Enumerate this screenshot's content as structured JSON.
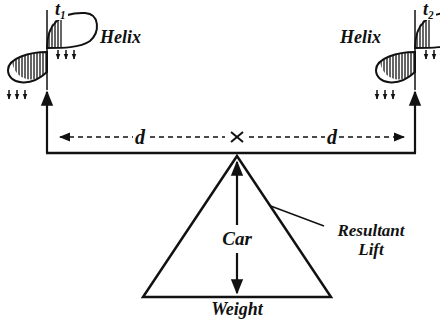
{
  "diagram": {
    "nodes": [
      {
        "text": [
          "Car"
        ]
      }
    ],
    "labels": [
      "t₁",
      "Helix",
      "Helix",
      "t₂",
      "d",
      "d",
      "Resultant Lift",
      "Weight"
    ]
  }
}
